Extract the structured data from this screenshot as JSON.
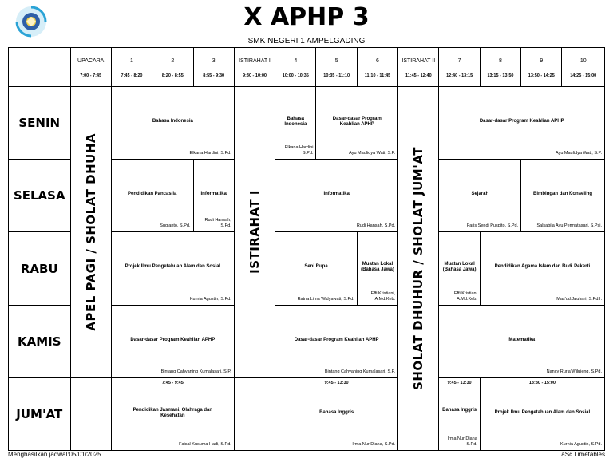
{
  "header": {
    "title": "X APHP 3",
    "school": "SMK NEGERI 1 AMPELGADING",
    "logo_icon": "school-emblem-icon"
  },
  "periods": [
    {
      "label": "UPACARA",
      "time": "7:00 - 7:45"
    },
    {
      "label": "1",
      "time": "7:45 - 8:20"
    },
    {
      "label": "2",
      "time": "8:20 - 8:55"
    },
    {
      "label": "3",
      "time": "8:55 - 9:30"
    },
    {
      "label": "ISTIRAHAT I",
      "time": "9:30 - 10:00"
    },
    {
      "label": "4",
      "time": "10:00 - 10:35"
    },
    {
      "label": "5",
      "time": "10:35 - 11:10"
    },
    {
      "label": "6",
      "time": "11:10 - 11:45"
    },
    {
      "label": "ISTIRAHAT II",
      "time": "11:45 - 12:40"
    },
    {
      "label": "7",
      "time": "12:40 - 13:15"
    },
    {
      "label": "8",
      "time": "13:15 - 13:50"
    },
    {
      "label": "9",
      "time": "13:50 - 14:25"
    },
    {
      "label": "10",
      "time": "14:25 - 15:00"
    }
  ],
  "days": [
    "SENIN",
    "SELASA",
    "RABU",
    "KAMIS",
    "JUM'AT"
  ],
  "vertical": {
    "apel": "APEL PAGI / SHOLAT DHUHA",
    "istirahat": "ISTIRAHAT I",
    "sholat": "SHOLAT DHUHUR / SHOLAT JUM'AT"
  },
  "senin": {
    "c1": {
      "subject": "Bahasa Indonesia",
      "teacher": "Elkana Hardini, S.Pd."
    },
    "c2": {
      "subject": "Bahasa Indonesia",
      "teacher": "Elkana Hardini S.Pd."
    },
    "c3": {
      "subject": "Dasar-dasar Program Keahlian APHP",
      "teacher": "Ayu Maulidya Wati, S.P."
    },
    "c4": {
      "subject": "Dasar-dasar Program Keahlian APHP",
      "teacher": "Ayu Maulidya Wati, S.P."
    }
  },
  "selasa": {
    "c1": {
      "subject": "Pendidikan Pancasila",
      "teacher": "Sugianto, S.Pd."
    },
    "c2": {
      "subject": "Informatika",
      "teacher": "Rudi Hansah, S.Pd."
    },
    "c3": {
      "subject": "Informatika",
      "teacher": "Rudi Hansah, S.Pd."
    },
    "c4": {
      "subject": "Sejarah",
      "teacher": "Faris Sendi Puspito, S.Pd."
    },
    "c5": {
      "subject": "Bimbingan dan Konseling",
      "teacher": "Salsabila Ayu Permatasari, S.Psi."
    }
  },
  "rabu": {
    "c1": {
      "subject": "Projek Ilmu Pengetahuan Alam dan Sosial",
      "teacher": "Kurnia Agustin, S.Pd."
    },
    "c2": {
      "subject": "Seni Rupa",
      "teacher": "Ratna Lima Widyawati, S.Pd."
    },
    "c3": {
      "subject": "Muatan Lokal (Bahasa Jawa)",
      "teacher": "Effi Kristiani, A.Md.Keb."
    },
    "c4": {
      "subject": "Muatan Lokal (Bahasa Jawa)",
      "teacher": "Effi Kristiani A.Md.Keb."
    },
    "c5": {
      "subject": "Pendidikan Agama Islam dan Budi Pekerti",
      "teacher": "Mas'ud Jauhari, S.Pd.I."
    }
  },
  "kamis": {
    "c1": {
      "subject": "Dasar-dasar Program Keahlian APHP",
      "teacher": "Bintang Cahyaning Kumalasari, S.P."
    },
    "c2": {
      "subject": "Dasar-dasar Program Keahlian APHP",
      "teacher": "Bintang Cahyaning Kumalasari, S.P."
    },
    "c3": {
      "subject": "Matematika",
      "teacher": "Nancy Ruria Wilujeng, S.Pd."
    }
  },
  "jumat": {
    "c1": {
      "time": "7:45 - 9:45",
      "subject": "Pendidikan Jasmani, Olahraga dan Kesehatan",
      "teacher": "Faisal Kusuma Hadi, S.Pd."
    },
    "c2": {
      "time": "9:45 - 13:30",
      "subject": "Bahasa Inggris",
      "teacher": "Irma Nur Diana, S.Pd."
    },
    "c3": {
      "time": "9:45 - 13:30",
      "subject": "Bahasa Inggris",
      "teacher": "Irma Nur Diana S.Pd."
    },
    "c4": {
      "time": "13:30 - 15:00",
      "subject": "Projek Ilmu Pengetahuan Alam dan Sosial",
      "teacher": "Kurnia Agustin, S.Pd."
    }
  },
  "footer": {
    "generated": "Menghasilkan jadwal:05/01/2025",
    "software": "aSc Timetables"
  }
}
